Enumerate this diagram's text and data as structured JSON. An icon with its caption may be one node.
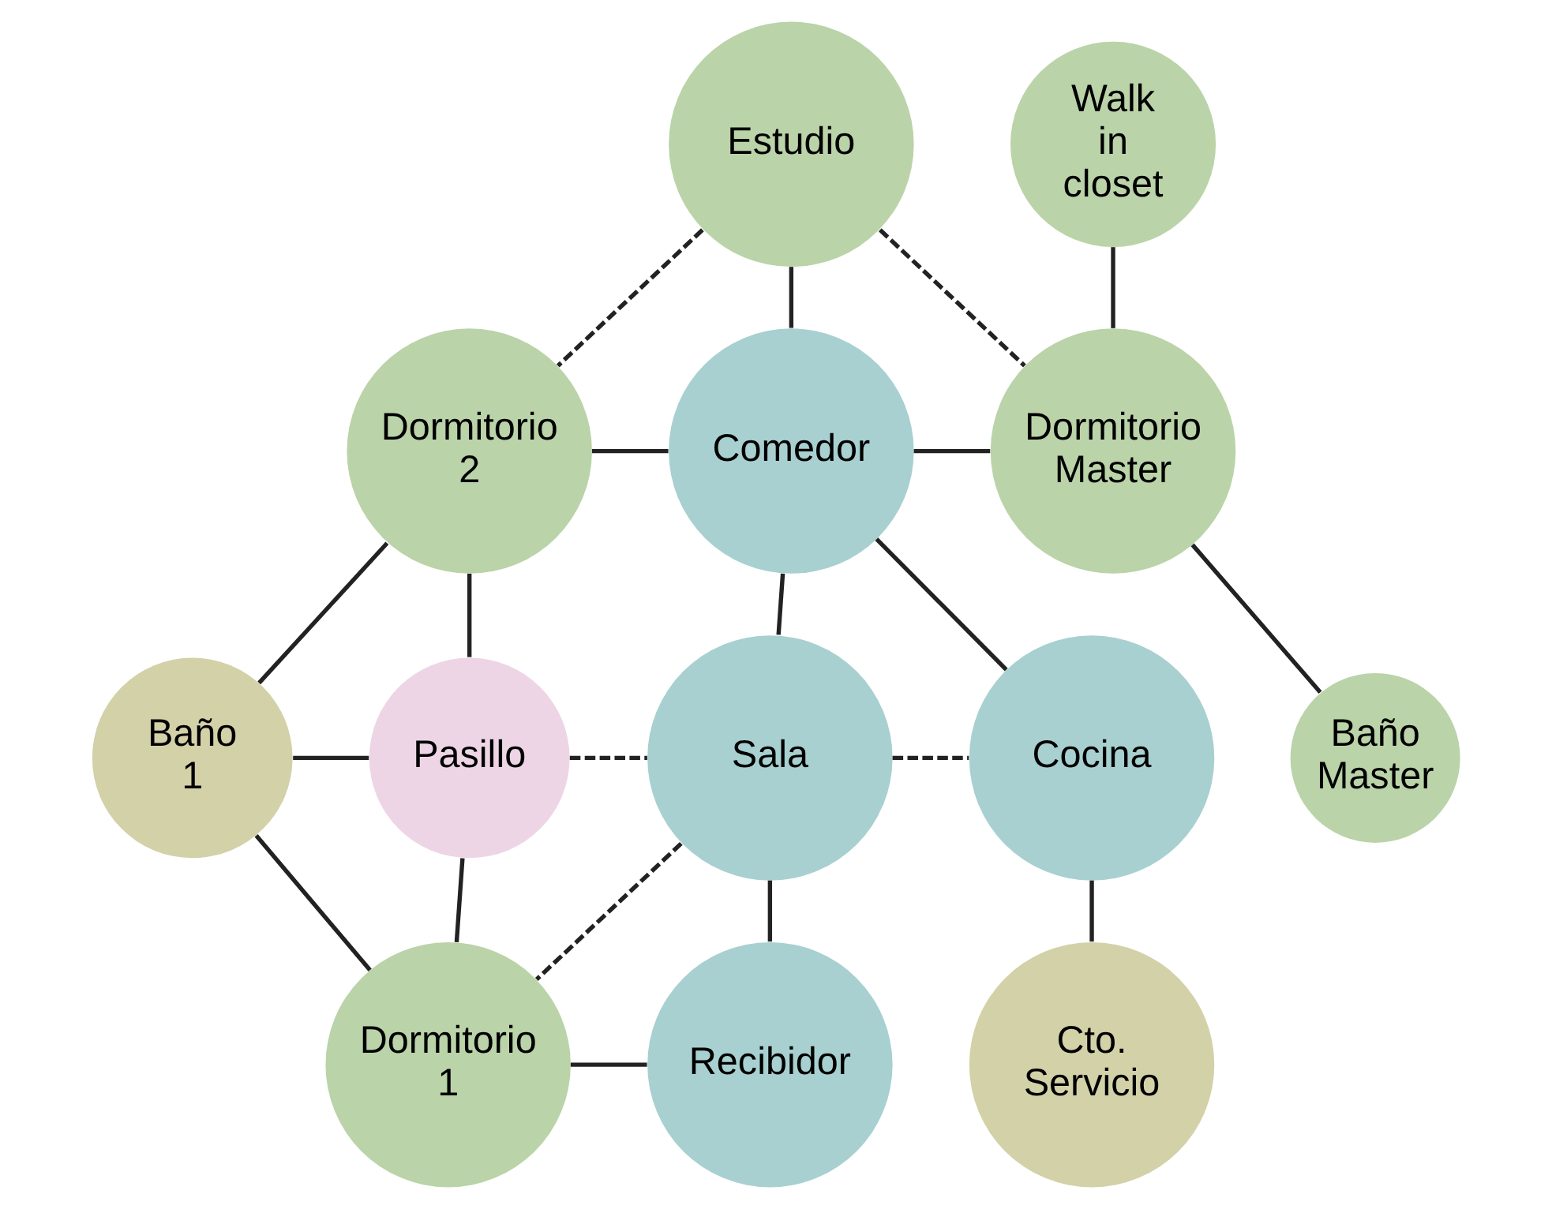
{
  "diagram": {
    "nodes": [
      {
        "text": [
          "Estudio"
        ]
      },
      {
        "text": [
          "Walk in closet"
        ]
      },
      {
        "text": [
          "Dormitorio 2"
        ]
      },
      {
        "text": [
          "Comedor"
        ]
      },
      {
        "text": [
          "Dormitorio Master"
        ]
      },
      {
        "text": [
          "Baño Master"
        ]
      },
      {
        "text": [
          "Baño 1"
        ]
      },
      {
        "text": [
          "Pasillo"
        ]
      },
      {
        "text": [
          "Sala"
        ]
      },
      {
        "text": [
          "Cocina"
        ]
      },
      {
        "text": [
          "Dormitorio 1"
        ]
      },
      {
        "text": [
          "Recibidor"
        ]
      },
      {
        "text": [
          "Cto. Servicio"
        ]
      }
    ],
    "edges": [
      {
        "from": 0,
        "to": 4,
        "arrow": "none",
        "style": "dashed"
      },
      {
        "from": 0,
        "to": 3,
        "arrow": "none"
      },
      {
        "from": 0,
        "to": 2,
        "arrow": "none",
        "style": "dashed"
      },
      {
        "from": 2,
        "to": 3,
        "arrow": "none"
      },
      {
        "from": 3,
        "to": 4,
        "arrow": "none"
      },
      {
        "from": 4,
        "to": 1,
        "arrow": "none"
      },
      {
        "from": 4,
        "to": 5,
        "arrow": "none"
      },
      {
        "from": 3,
        "to": 8,
        "arrow": "none"
      },
      {
        "from": 3,
        "to": 9,
        "arrow": "none"
      },
      {
        "from": 2,
        "to": 6,
        "arrow": "none"
      },
      {
        "from": 2,
        "to": 7,
        "arrow": "none"
      },
      {
        "from": 6,
        "to": 7,
        "arrow": "none"
      },
      {
        "from": 7,
        "to": 8,
        "arrow": "none",
        "style": "dashed"
      },
      {
        "from": 8,
        "to": 9,
        "arrow": "none",
        "style": "dashed"
      },
      {
        "from": 6,
        "to": 10,
        "arrow": "none"
      },
      {
        "from": 7,
        "to": 10,
        "arrow": "none"
      },
      {
        "from": 8,
        "to": 10,
        "arrow": "none",
        "style": "dashed"
      },
      {
        "from": 8,
        "to": 11,
        "arrow": "none"
      },
      {
        "from": 10,
        "to": 11,
        "arrow": "none"
      },
      {
        "from": 9,
        "to": 12,
        "arrow": "none"
      }
    ]
  }
}
